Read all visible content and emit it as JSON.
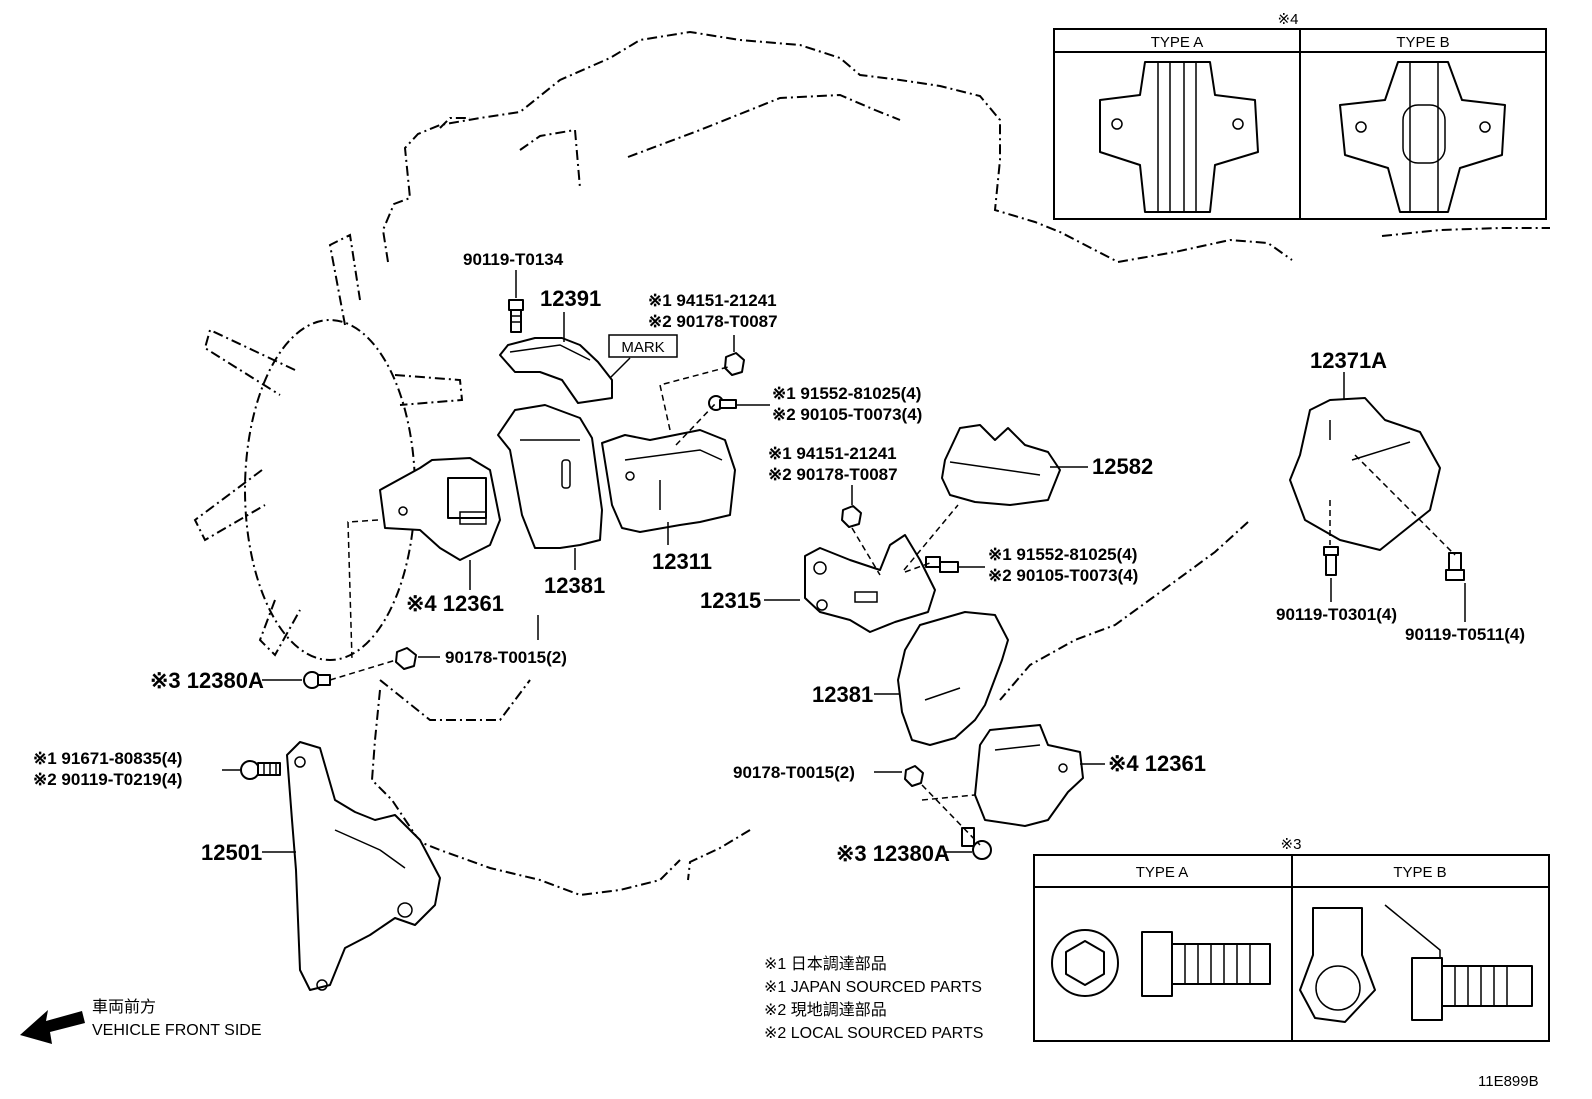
{
  "detail_boxes": {
    "mark4": {
      "note": "※4",
      "type_a": "TYPE A",
      "type_b": "TYPE B"
    },
    "mark3": {
      "note": "※3",
      "type_a": "TYPE A",
      "type_b": "TYPE B"
    }
  },
  "labels": {
    "bolt_90119_T0134": "90119-T0134",
    "part_12391": "12391",
    "mark_tag": "MARK",
    "nut_top_1": "※1 94151-21241",
    "nut_top_2": "※2 90178-T0087",
    "bolt_top_1": "※1  91552-81025(4)",
    "bolt_top_2": "※2  90105-T0073(4)",
    "nut_mid_1": "※1 94151-21241",
    "nut_mid_2": "※2 90178-T0087",
    "part_12582": "12582",
    "bolt_mid_1": "※1  91552-81025(4)",
    "bolt_mid_2": "※2  90105-T0073(4)",
    "part_12371A": "12371A",
    "part_12311": "12311",
    "part_12381_top": "12381",
    "part_12361_top": "※4 12361",
    "part_12315": "12315",
    "part_12381_low": "12381",
    "nut_90178_T0015_top": "90178-T0015(2)",
    "part_12380A_top": "※3  12380A",
    "bolt_left_1": "※1  91671-80835(4)",
    "bolt_left_2": "※2  90119-T0219(4)",
    "part_12501": "12501",
    "nut_90178_T0015_low": "90178-T0015(2)",
    "part_12361_low": "※4 12361",
    "part_12380A_low": "※3  12380A",
    "bolt_90119_T0301": "90119-T0301(4)",
    "bolt_90119_T0511": "90119-T0511(4)"
  },
  "legend": {
    "line1": "※1 日本調達部品",
    "line2": "※1 JAPAN SOURCED PARTS",
    "line3": "※2 現地調達部品",
    "line4": "※2 LOCAL SOURCED PARTS"
  },
  "front": {
    "ja": "車両前方",
    "en": "VEHICLE FRONT SIDE"
  },
  "figure_code": "11E899B"
}
